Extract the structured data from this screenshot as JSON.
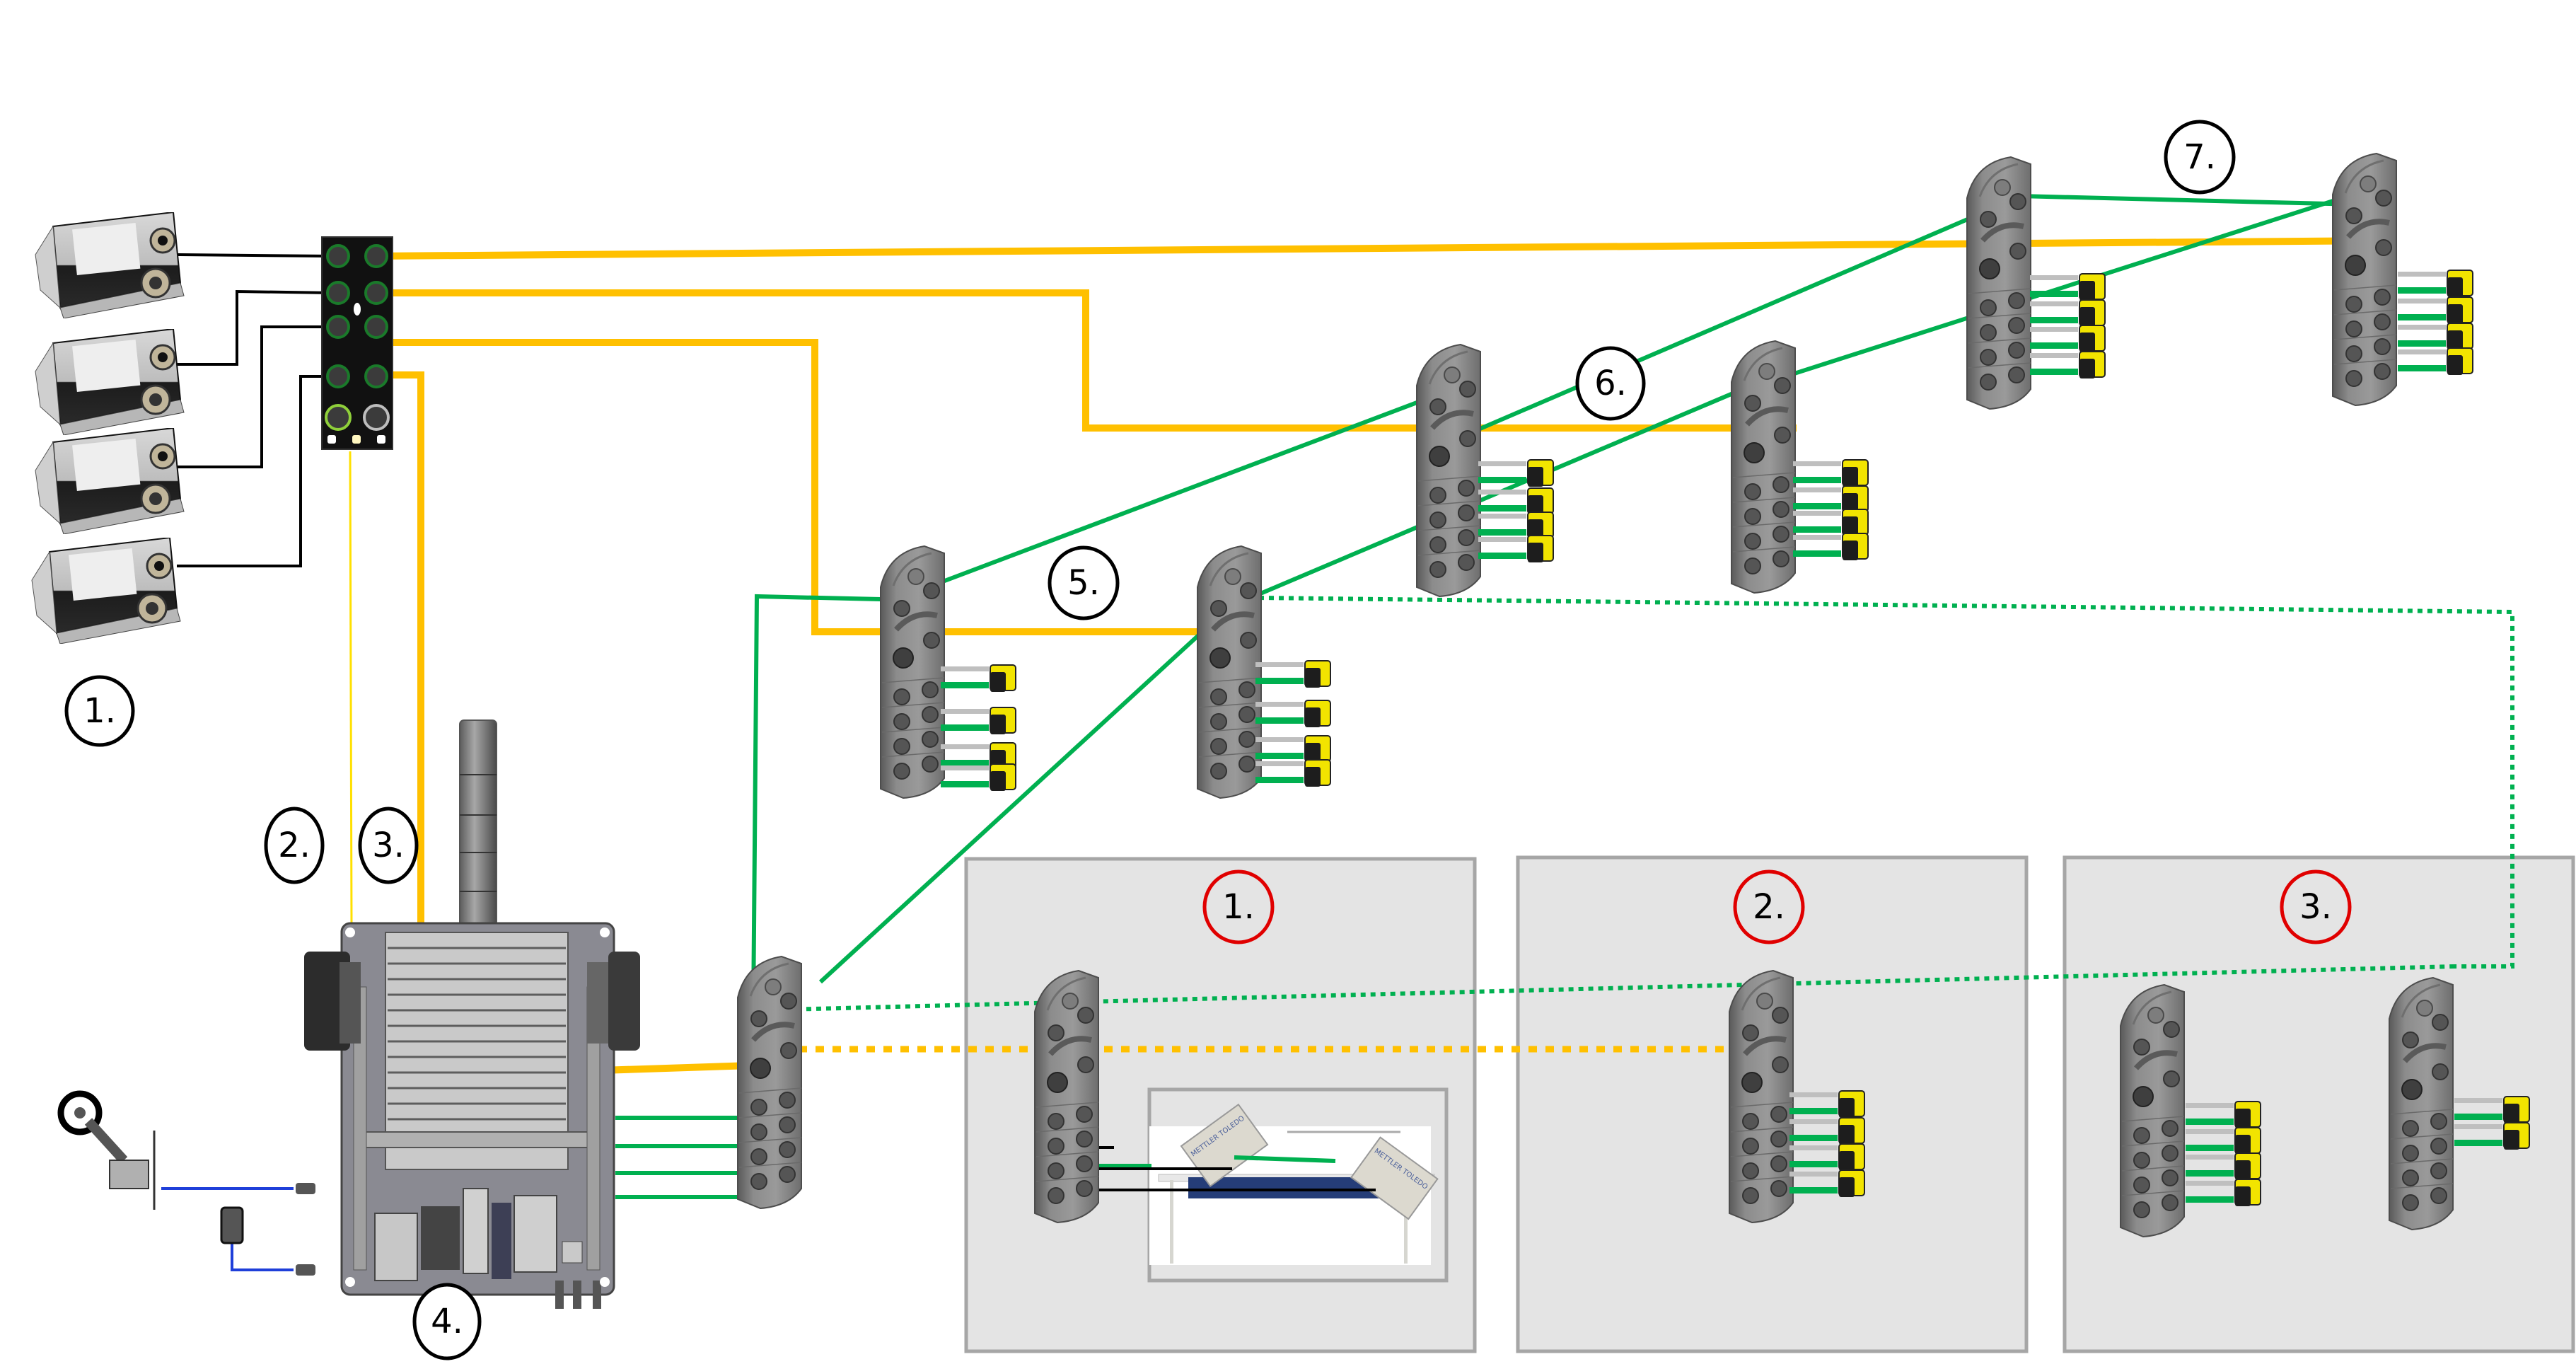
{
  "diagram": {
    "title": "Industrial network topology",
    "colors": {
      "power_cable": "#FFC000",
      "ethernet_cable": "#00B050",
      "signal_cable": "#000000",
      "sensor_cable": "#1F3FD9",
      "zone_background": "#E4E4E4",
      "zone_border": "#A6A6A6",
      "zone_label_ring": "#E00000",
      "label_ring": "#000000"
    },
    "labels": [
      {
        "id": "1",
        "text": "1.",
        "refers_to": "power-supplies"
      },
      {
        "id": "2",
        "text": "2.",
        "refers_to": "thin-power-cable"
      },
      {
        "id": "3",
        "text": "3.",
        "refers_to": "thick-power-cable"
      },
      {
        "id": "4",
        "text": "4.",
        "refers_to": "control-cabinet"
      },
      {
        "id": "5",
        "text": "5.",
        "refers_to": "io-module-pair-row-1"
      },
      {
        "id": "6",
        "text": "6.",
        "refers_to": "io-module-pair-row-2"
      },
      {
        "id": "7",
        "text": "7.",
        "refers_to": "io-module-pair-row-3"
      }
    ],
    "zones": [
      {
        "id": "zone-1",
        "label": "1.",
        "modules": 1,
        "sensors": 0,
        "has_scale": true,
        "scale_brand": "METTLER TOLEDO"
      },
      {
        "id": "zone-2",
        "label": "2.",
        "modules": 1,
        "sensors": 4,
        "has_scale": false
      },
      {
        "id": "zone-3",
        "label": "3.",
        "modules": 2,
        "sensors": [
          4,
          2
        ],
        "has_scale": false
      }
    ],
    "scale_brand_text": "METTLER TOLEDO",
    "power_supply_count": 4,
    "io_modules": [
      {
        "id": "m5a",
        "group": "5",
        "sensors": 4
      },
      {
        "id": "m5b",
        "group": "5",
        "sensors": 4
      },
      {
        "id": "m6a",
        "group": "6",
        "sensors": 4
      },
      {
        "id": "m6b",
        "group": "6",
        "sensors": 4
      },
      {
        "id": "m7a",
        "group": "7",
        "sensors": 4
      },
      {
        "id": "m7b",
        "group": "7",
        "sensors": 4
      },
      {
        "id": "m-cabinet",
        "group": "4",
        "sensors": 0
      },
      {
        "id": "m-z1",
        "group": "zone-1",
        "sensors": 0
      },
      {
        "id": "m-z2",
        "group": "zone-2",
        "sensors": 4
      },
      {
        "id": "m-z3a",
        "group": "zone-3",
        "sensors": 4
      },
      {
        "id": "m-z3b",
        "group": "zone-3",
        "sensors": 2
      }
    ]
  }
}
